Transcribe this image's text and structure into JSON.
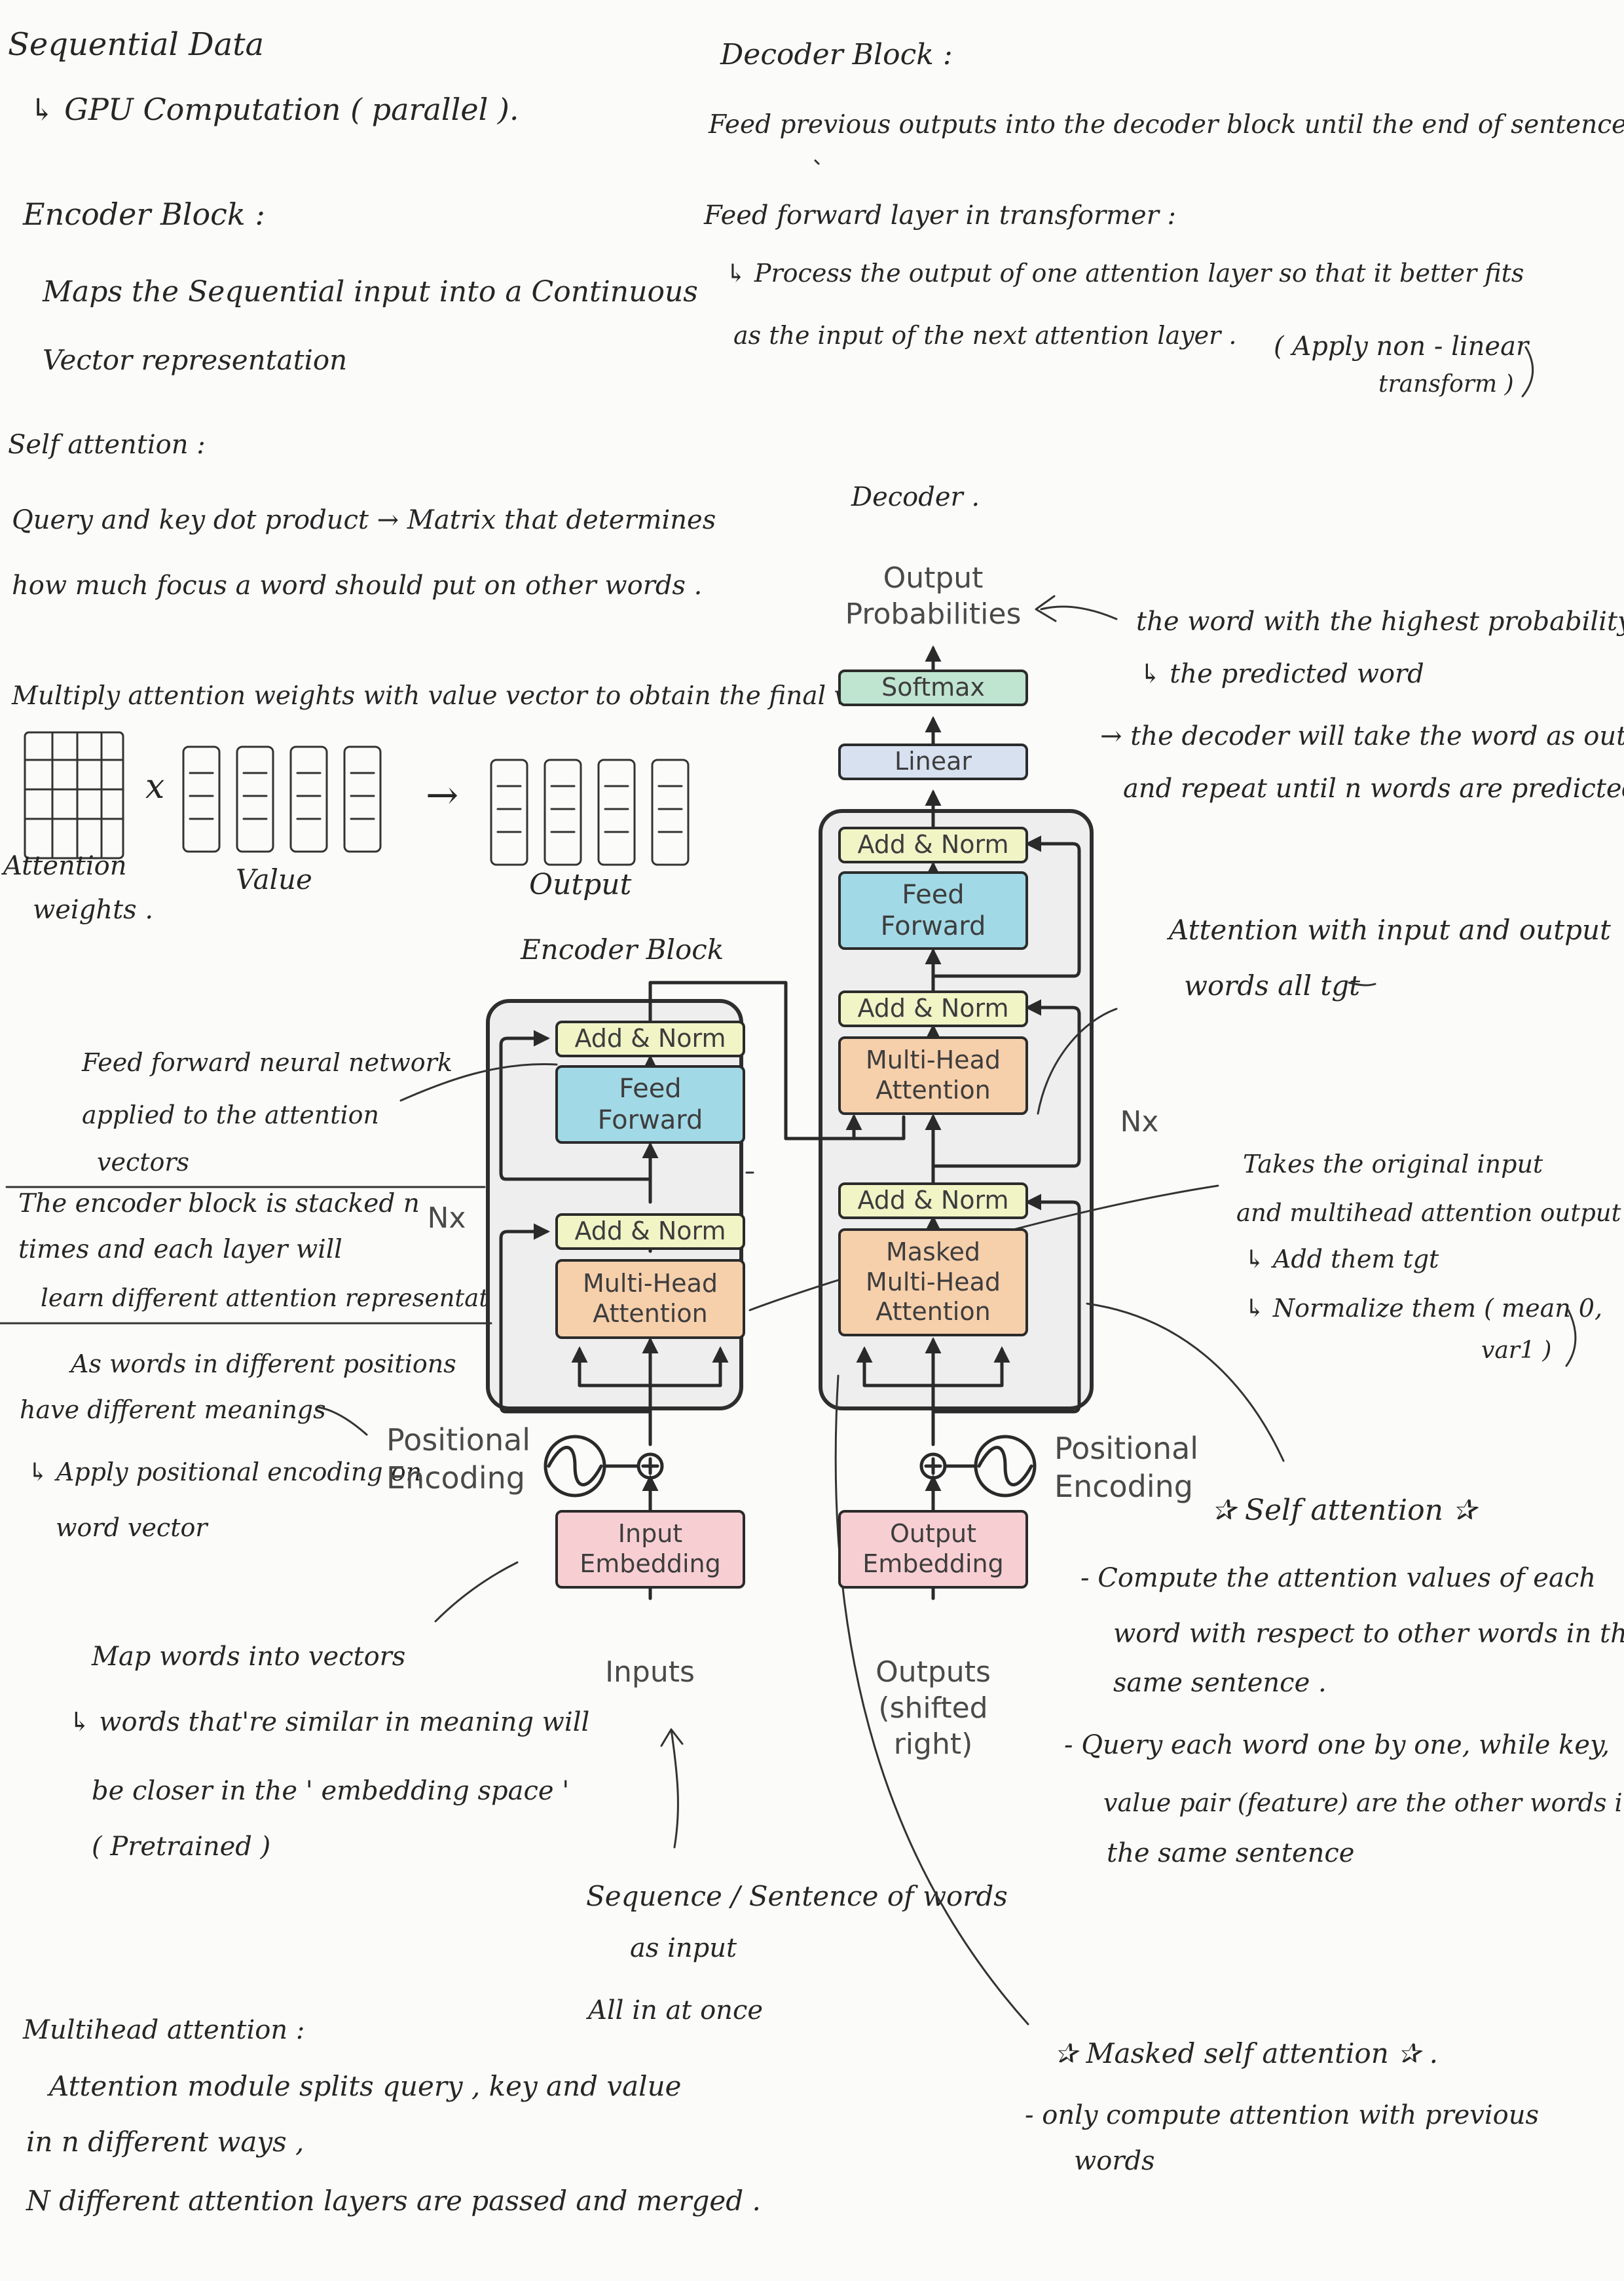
{
  "notes": {
    "sequential_title": "Sequential Data",
    "sequential_1": "↳ GPU Computation ( parallel ).",
    "encoder_block_title": "Encoder Block :",
    "encoder_block_1": "Maps the Sequential input into a Continuous",
    "encoder_block_2": "Vector representation",
    "self_attention_title": "Self attention :",
    "self_attention_1": "Query and key dot product → Matrix that determines",
    "self_attention_2": "how much focus a word should put on other words .",
    "multiply_line": "Multiply attention weights with value vector to obtain the final vector",
    "attention_weights_1": "Attention",
    "attention_weights_2": "weights .",
    "value_label": "Value",
    "times_sign": "x",
    "arrow_sign": "→",
    "output_label": "Output",
    "encoder_block_label": "Encoder Block",
    "decoder_block_title": "Decoder Block :",
    "decoder_block_1": "Feed previous outputs into the decoder block until the end of sentence.",
    "feedforward_title": "Feed forward layer in transformer :",
    "feedforward_1": "↳ Process the output of one attention layer so that it better fits",
    "feedforward_2": "as the input of the next attention layer .",
    "feedforward_3": "( Apply non - linear",
    "feedforward_4": "transform )",
    "decoder_label": "Decoder .",
    "highest_prob_1": "the word with the highest probability",
    "highest_prob_2": "↳ the predicted word",
    "decoder_take_1": "→ the decoder will take the word as output",
    "decoder_take_2": "and repeat until n words are predicted .",
    "attention_io_1": "Attention with input and output",
    "attention_io_2": "words all tgt",
    "ffnn_1": "Feed forward neural network",
    "ffnn_2": "applied to the attention",
    "ffnn_3": "vectors",
    "stacked_1": "The encoder block is stacked n",
    "stacked_2": "times and each layer will",
    "stacked_3": "learn different attention representations",
    "takes_1": "Takes the original input",
    "takes_2": "and multihead attention output",
    "takes_3": "↳ Add them tgt",
    "takes_4": "↳ Normalize them ( mean 0,",
    "takes_5": "var1 )",
    "positions_1": "As words in different positions",
    "positions_2": "have different meanings",
    "positions_3": "↳ Apply positional encoding on",
    "positions_4": "word vector",
    "self_attn_star": "✰ Self attention ✰",
    "compute_1": "- Compute the attention values of each",
    "compute_2": "word with respect to other words in the",
    "compute_3": "same sentence .",
    "query_1": "- Query each word one by one, while key,",
    "query_2": "value pair (feature) are the other words in",
    "query_3": "the same sentence",
    "map_1": "Map words into vectors",
    "map_2": "↳ words that're similar in meaning will",
    "map_3": "be closer in the ' embedding space '",
    "map_4": "( Pretrained )",
    "sequence_1": "Sequence / Sentence of words",
    "sequence_2": "as input",
    "sequence_3": "All in at once",
    "masked_title": "✰ Masked self attention ✰ .",
    "masked_1": "- only compute attention with previous",
    "masked_2": "words",
    "multihead_title": "Multihead attention :",
    "multihead_1": "Attention module splits query , key and value",
    "multihead_2": "in n different ways ,",
    "multihead_3": "N different attention layers are passed and merged ."
  },
  "diagram": {
    "output_probabilities": "Output\nProbabilities",
    "softmax": "Softmax",
    "linear": "Linear",
    "add_norm": "Add & Norm",
    "feed_forward": "Feed\nForward",
    "multi_head_attention": "Multi-Head\nAttention",
    "masked_multi_head_attention": "Masked\nMulti-Head\nAttention",
    "nx": "Nx",
    "positional_encoding": "Positional\nEncoding",
    "input_embedding": "Input\nEmbedding",
    "output_embedding": "Output\nEmbedding",
    "inputs": "Inputs",
    "outputs": "Outputs\n(shifted right)"
  },
  "colors": {
    "add_norm": "#f1f4c5",
    "feed_forward": "#a2d9e6",
    "attention": "#f6cfab",
    "embedding": "#f7cfd3",
    "softmax": "#bfe4cf",
    "linear": "#d8e1f0"
  }
}
